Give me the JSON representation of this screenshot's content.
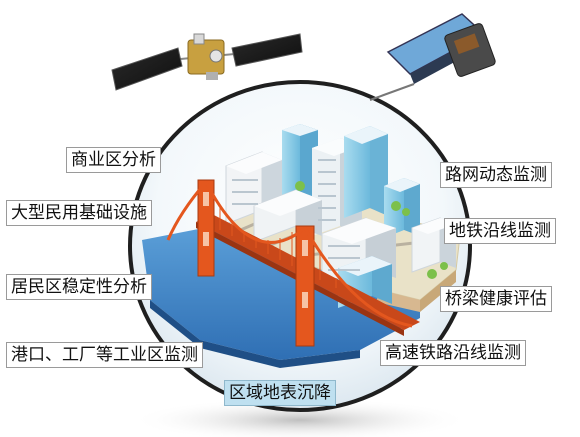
{
  "labels": {
    "commercial": "商业区分析",
    "infrastructure": "大型民用基础设施",
    "residential": "居民区稳定性分析",
    "industrial": "港口、工厂等工业区监测",
    "road_network": "路网动态监测",
    "subway": "地铁沿线监测",
    "bridge": "桥梁健康评估",
    "railway": "高速铁路沿线监测",
    "subsidence": "区域地表沉降"
  },
  "icons": [
    "satellite-icon",
    "radar-satellite-icon",
    "bridge-icon",
    "building-icon",
    "tree-icon"
  ],
  "colors": {
    "water": "#3f7fc4",
    "bridge": "#e15a1f",
    "buildings": "#e6e9ec",
    "glass": "#7fc7e6",
    "ground": "#e9e2c8",
    "highlight_label": "#bfe0f0"
  }
}
